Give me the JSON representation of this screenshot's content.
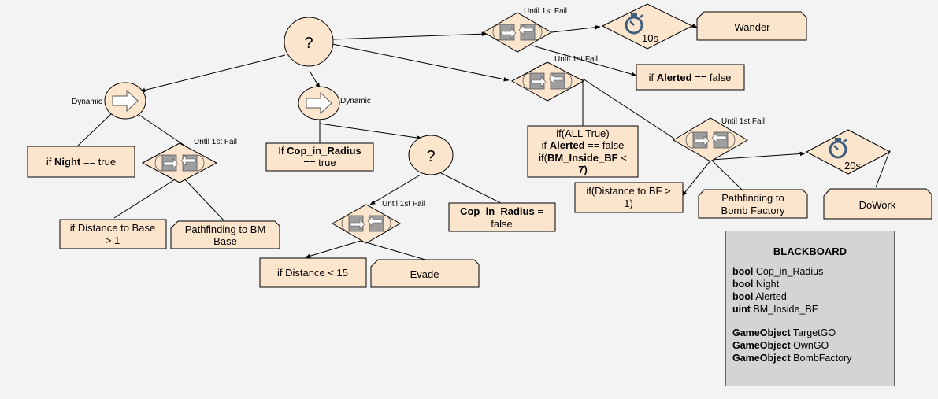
{
  "labels": {
    "dynamic": "Dynamic",
    "until_fail": "Until 1st Fail",
    "selector": "?"
  },
  "timers": {
    "wander_time": "10s",
    "work_time": "20s"
  },
  "leaves": {
    "wander": "Wander",
    "alerted_false": {
      "pre": "if ",
      "bold": "Alerted",
      "post": " == false"
    },
    "night_true": {
      "pre": "if ",
      "bold": "Night",
      "post": " == true"
    },
    "cop_true": {
      "pre": "If ",
      "bold": "Cop_in_Radius",
      "post": "== true"
    },
    "dist_base": [
      "if Distance to Base",
      "> 1"
    ],
    "path_bm": [
      "Pathfinding to BM",
      "Base"
    ],
    "cop_false": {
      "bold": "Cop_in_Radius",
      "post": " =",
      "line2": "false"
    },
    "dist15": "if Distance < 15",
    "evade": "Evade",
    "all_true": {
      "l1": "if(ALL True)",
      "l2_pre": "if ",
      "l2_bold": "Alerted",
      "l2_post": " == false",
      "l3_pre": "if(",
      "l3_bold": "BM_Inside_BF",
      "l3_post": " <",
      "l4": "7)"
    },
    "dist_bf": [
      "if(Distance to BF >",
      "1)"
    ],
    "path_bomb": [
      "Pathfinding to",
      "Bomb Factory"
    ],
    "dowork": "DoWork"
  },
  "blackboard": {
    "title": "BLACKBOARD",
    "vars": [
      {
        "type": "bool",
        "name": "Cop_in_Radius"
      },
      {
        "type": "bool",
        "name": "Night"
      },
      {
        "type": "bool",
        "name": "Alerted"
      },
      {
        "type": "uint",
        "name": "BM_Inside_BF"
      }
    ],
    "objects": [
      {
        "type": "GameObject",
        "name": "TargetGO"
      },
      {
        "type": "GameObject",
        "name": "OwnGO"
      },
      {
        "type": "GameObject",
        "name": "BombFactory"
      }
    ]
  },
  "colors": {
    "node_fill": "#fce5cd",
    "stroke": "#000000",
    "blackboard_fill": "#d4d4d4",
    "icon_gray": "#9e9e9e"
  }
}
